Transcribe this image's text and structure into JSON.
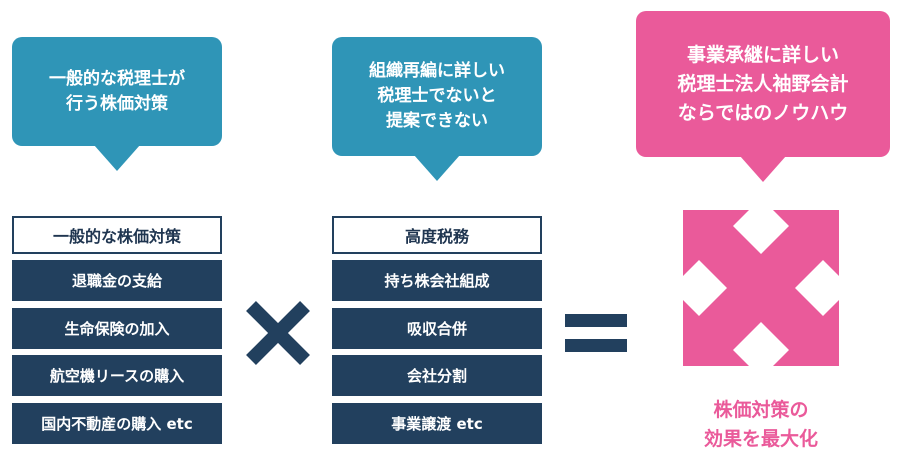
{
  "col1": {
    "bubble": [
      "一般的な税理士が",
      "行う株価対策"
    ],
    "header": "一般的な株価対策",
    "items": [
      "退職金の支給",
      "生命保険の加入",
      "航空機リースの購入",
      "国内不動産の購入 etc"
    ]
  },
  "col2": {
    "bubble": [
      "組織再編に詳しい",
      "税理士でないと",
      "提案できない"
    ],
    "header": "高度税務",
    "items": [
      "持ち株会社組成",
      "吸収合併",
      "会社分割",
      "事業譲渡 etc"
    ]
  },
  "col3": {
    "bubble": [
      "事業承継に詳しい",
      "税理士法人袖野会計",
      "ならではのノウハウ"
    ],
    "result": [
      "株価対策の",
      "効果を最大化"
    ]
  },
  "colors": {
    "navy": "#22405e",
    "teal": "#2f95b7",
    "pink": "#ea5a9a"
  },
  "icons": [
    "multiply-icon",
    "equals-icon",
    "expand-arrows-icon"
  ]
}
